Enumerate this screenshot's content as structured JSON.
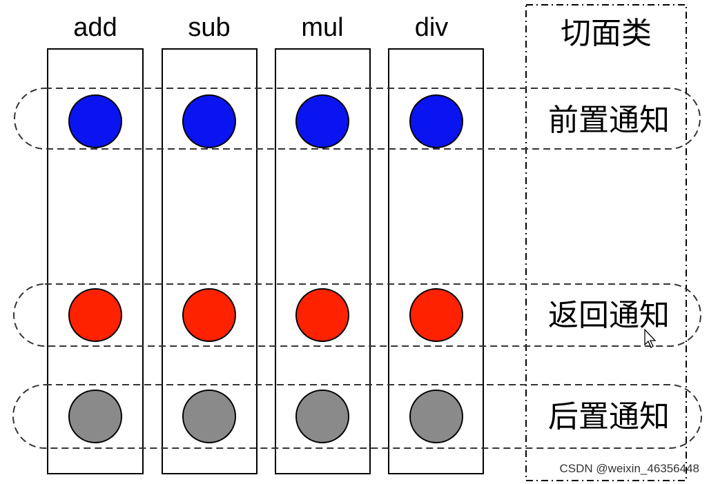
{
  "diagram": {
    "methods": [
      "add",
      "sub",
      "mul",
      "div"
    ],
    "aspect_class_label": "切面类",
    "advice_rows": [
      {
        "label": "前置通知",
        "color": "#0a14f0"
      },
      {
        "label": "返回通知",
        "color": "#ff2200"
      },
      {
        "label": "后置通知",
        "color": "#8a8a8a"
      }
    ]
  },
  "watermark": "CSDN @weixin_46356448"
}
